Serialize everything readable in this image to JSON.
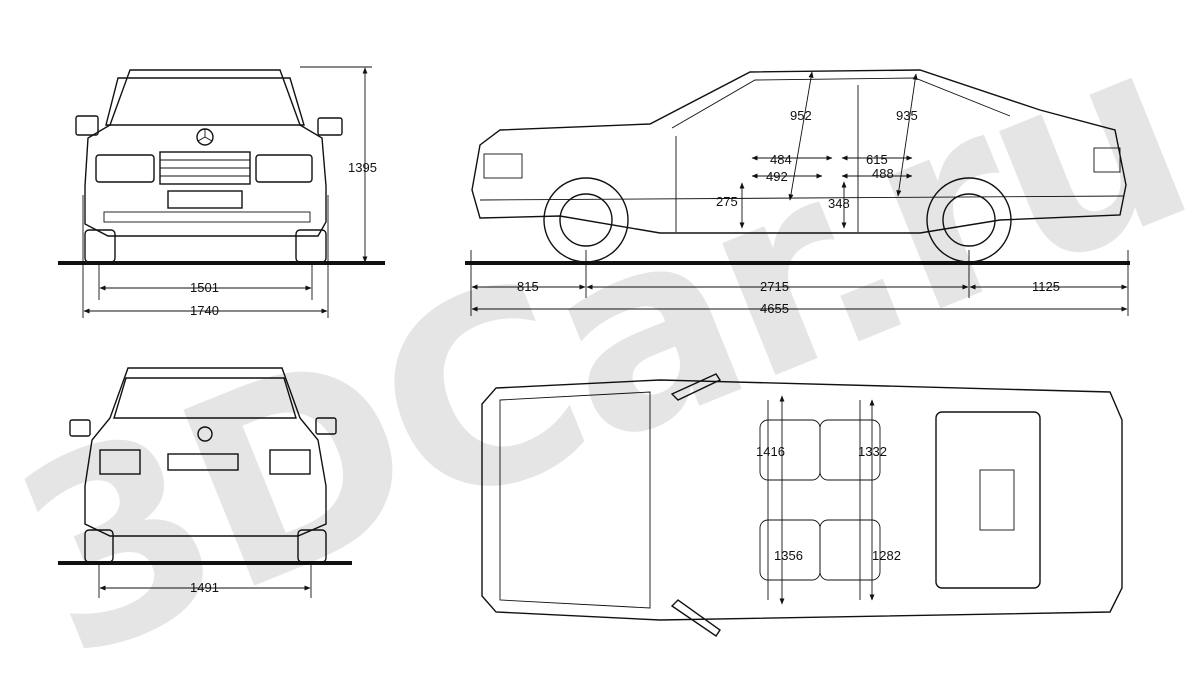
{
  "watermark": {
    "text": "3DCar.ru"
  },
  "front_view": {
    "height": "1395",
    "track": "1501",
    "width": "1740"
  },
  "side_view": {
    "front_overhang": "815",
    "wheelbase": "2715",
    "rear_overhang": "1125",
    "length": "4655",
    "front_headroom": "952",
    "rear_headroom": "935",
    "front_seat_depth": "484",
    "front_seat_cushion": "492",
    "rear_seat_depth": "615",
    "rear_seat_cushion": "488",
    "front_seat_height": "275",
    "rear_seat_height": "348"
  },
  "rear_view": {
    "track": "1491"
  },
  "top_view": {
    "front_shoulder_width": "1416",
    "rear_shoulder_width": "1332",
    "front_hip_width": "1356",
    "rear_hip_width": "1282"
  }
}
